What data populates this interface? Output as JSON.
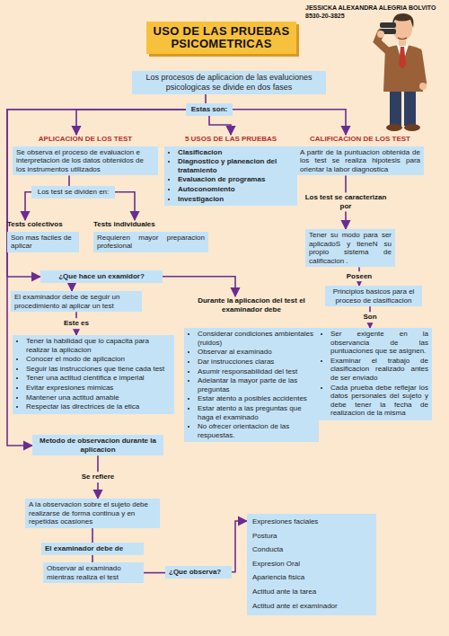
{
  "diagram": {
    "title": "USO DE LAS PRUEBAS PSICOMETRICAS",
    "nodes": [
      {
        "text": [
          "Los procesos de aplicacion de las evaluciones psicologicas se divide en dos fases"
        ]
      },
      {
        "text": [
          "Estas son:"
        ]
      },
      {
        "text": [
          "APLICACION DE LOS TEST",
          "Se observa el proceso de evaluacion e interpretacion de los datos obtenidos de los instrumentos utilizados"
        ]
      },
      {
        "text": [
          "5 USOS DE LAS PRUEBAS",
          "Clasificacion",
          "Diagnostico y planeacion del tratamiento",
          "Evaluacion de programas",
          "Autoconomiento",
          "Investigacion"
        ]
      },
      {
        "text": [
          "CALIFICACION DE LOS TEST",
          "A partir de la puntuacion obtenida de los test se realiza hipotesis para orientar la labor diagnostica"
        ]
      },
      {
        "text": [
          "Los test se dividen en:"
        ]
      },
      {
        "text": [
          "Tests colectivos",
          "Son mas faciles de aplicar"
        ]
      },
      {
        "text": [
          "Tests individuales",
          "Requieren mayor preparacion profesional"
        ]
      },
      {
        "text": [
          "Tener su modo para ser aplicadoS y tieneN su propio sistema de calificacion ."
        ]
      },
      {
        "text": [
          "Principios basicos para el proceso de clasificacion"
        ]
      },
      {
        "text": [
          "Ser exigente en la observancia de las puntuaciones que se asignen.",
          "Examinar el trabajo de clasificacion realizado antes de ser enviado",
          "Cada prueba debe reflejar los datos personales del sujeto y debe tener la fecha de realizacion de la misma"
        ]
      },
      {
        "text": [
          "¿Que hace un examidor?"
        ]
      },
      {
        "text": [
          "El examinador debe de seguir un procedimiento al aplicar un test"
        ]
      },
      {
        "text": [
          "Tener la habilidad que lo capacita para realizar la aplicacion",
          "Conocer el modo de aplicacion",
          "Seguir las instrucciones que tiene cada test",
          "Tener una actitud cientifica e imperial",
          "Evitar expresiones mimicas",
          "Mantener una actitud amable",
          "Respectar las directrices de la etica"
        ]
      },
      {
        "text": [
          "Durante la aplicacion del test el examinador debe",
          "Considerar condiciones ambientales (ruidos)",
          "Observar al examinado",
          "Dar instrucciones claras",
          "Asumir responsabilidad del test",
          "Adelantar la mayor parte de las preguntas",
          "Estar atento a posibles accidentes",
          "Estar atento a las preguntas que haga el examinado",
          "No ofrecer orientacion de las respuestas."
        ]
      },
      {
        "text": [
          "Metodo de observacion durante la aplicacion"
        ]
      },
      {
        "text": [
          "A la observacion sobre el sujeto debe realizarse de forma continua y en repetidas ocasiones"
        ]
      },
      {
        "text": [
          "El examinador debe de"
        ]
      },
      {
        "text": [
          "Observar al examinado mientras realiza el test"
        ]
      },
      {
        "text": [
          "¿Que observa?"
        ]
      },
      {
        "text": [
          "Expresiones faciales",
          "Postura",
          "Conducta",
          "Expresion Oral",
          "Apariencia fisica",
          "Actitud ante la tarea",
          "Actitud ante el examinador"
        ]
      }
    ],
    "edges": [
      {
        "from": 0,
        "to": 1,
        "arrow": "none"
      },
      {
        "from": 1,
        "to": 2,
        "arrow": "to"
      },
      {
        "from": 1,
        "to": 3,
        "arrow": "to"
      },
      {
        "from": 1,
        "to": 4,
        "arrow": "to"
      },
      {
        "from": 2,
        "to": 5,
        "arrow": "none"
      },
      {
        "from": 5,
        "to": 6,
        "arrow": "to"
      },
      {
        "from": 5,
        "to": 7,
        "arrow": "to"
      },
      {
        "from": 4,
        "to": 8,
        "label": "Los test se caracterizan por",
        "arrow": "to"
      },
      {
        "from": 8,
        "to": 9,
        "label": "Poseen",
        "arrow": "to"
      },
      {
        "from": 9,
        "to": 10,
        "label": "Son",
        "arrow": "to"
      },
      {
        "from": 1,
        "to": 11,
        "arrow": "to"
      },
      {
        "from": 11,
        "to": 12,
        "arrow": "to"
      },
      {
        "from": 11,
        "to": 14,
        "arrow": "to"
      },
      {
        "from": 12,
        "to": 13,
        "label": "Este es",
        "arrow": "to"
      },
      {
        "from": 1,
        "to": 15,
        "arrow": "to"
      },
      {
        "from": 15,
        "to": 16,
        "label": "Se refiere",
        "arrow": "to"
      },
      {
        "from": 16,
        "to": 17,
        "arrow": "none"
      },
      {
        "from": 17,
        "to": 18,
        "arrow": "none"
      },
      {
        "from": 18,
        "to": 19,
        "arrow": "none"
      },
      {
        "from": 19,
        "to": 20,
        "arrow": "to"
      }
    ],
    "labels": [
      "JESSICKA ALEXANDRA ALEGRIA BOLVITO",
      "8530-20-3825"
    ]
  }
}
